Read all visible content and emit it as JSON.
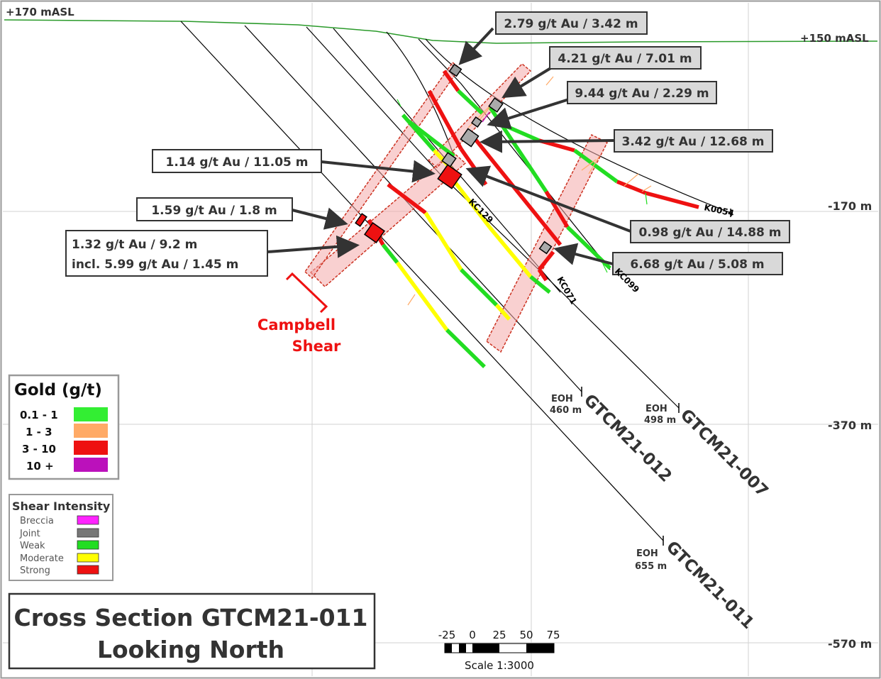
{
  "elevations": {
    "top_left": "+170  mASL",
    "top_right": "+150  mASL",
    "lvl1": "-170  m",
    "lvl2": "-370  m",
    "lvl3": "-570  m"
  },
  "callouts": [
    "2.79 g/t Au / 3.42 m",
    "4.21 g/t Au / 7.01 m",
    "9.44 g/t Au / 2.29 m",
    "3.42 g/t Au / 12.68 m",
    "1.14 g/t Au / 11.05 m",
    "1.59 g/t Au / 1.8 m",
    "0.98 g/t Au / 14.88 m",
    "6.68 g/t Au / 5.08 m"
  ],
  "callout_multi": {
    "line1": "1.32 g/t Au / 9.2 m",
    "line2": "incl. 5.99 g/t Au / 1.45 m"
  },
  "shear_zone": {
    "line1": "Campbell",
    "line2": "Shear"
  },
  "holes": {
    "h012": {
      "name": "GTCM21-012",
      "eoh": "EOH",
      "depth": "460 m"
    },
    "h007": {
      "name": "GTCM21-007",
      "eoh": "EOH",
      "depth": "498 m"
    },
    "h011": {
      "name": "GTCM21-011",
      "eoh": "EOH",
      "depth": "655 m"
    }
  },
  "older_holes": [
    "KC129",
    "KC071",
    "KC099",
    "K0054"
  ],
  "gold_legend": {
    "title": "Gold (g/t)",
    "items": [
      {
        "label": "0.1 - 1",
        "color": "#33ee33"
      },
      {
        "label": "1 - 3",
        "color": "#ffaa66"
      },
      {
        "label": "3 - 10",
        "color": "#ee1111"
      },
      {
        "label": "10 +",
        "color": "#bb11bb"
      }
    ]
  },
  "shear_legend": {
    "title": "Shear Intensity",
    "items": [
      {
        "label": "Breccia",
        "color": "#ff22ff"
      },
      {
        "label": "Joint",
        "color": "#777777"
      },
      {
        "label": "Weak",
        "color": "#22dd22"
      },
      {
        "label": "Moderate",
        "color": "#ffff00"
      },
      {
        "label": "Strong",
        "color": "#ee1111"
      }
    ]
  },
  "title": {
    "line1": "Cross Section GTCM21-011",
    "line2": "Looking North"
  },
  "scale": {
    "ticks": [
      "-25",
      "0",
      "25",
      "50",
      "75"
    ],
    "label": "Scale 1:3000"
  }
}
